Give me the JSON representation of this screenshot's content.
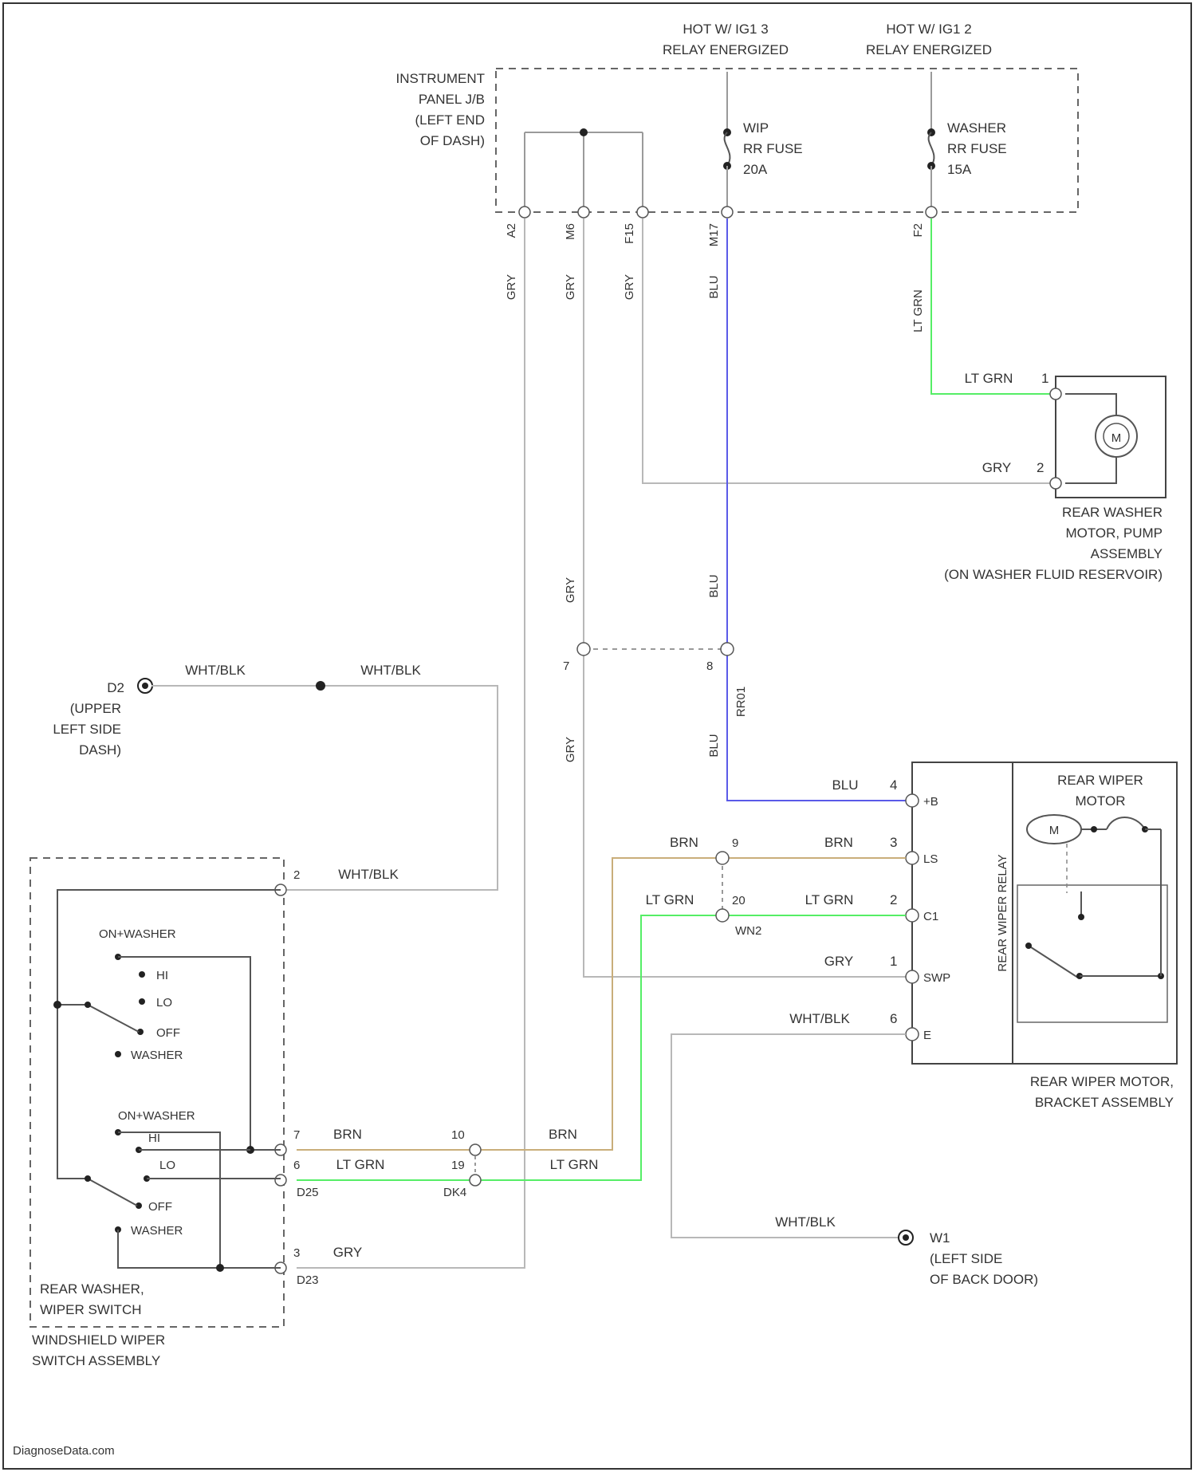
{
  "colors": {
    "gray_wire": "#b8b8b8",
    "blue_wire": "#5a5ae8",
    "ltgrn_wire": "#55ee66",
    "brn_wire": "#c9ae7a",
    "whtblk_wire": "#b8b8b8",
    "frame": "#444444"
  },
  "top": {
    "hot1_line1": "HOT W/ IG1 3",
    "hot1_line2": "RELAY ENERGIZED",
    "hot2_line1": "HOT W/ IG1 2",
    "hot2_line2": "RELAY ENERGIZED",
    "ipjb_l1": "INSTRUMENT",
    "ipjb_l2": "PANEL J/B",
    "ipjb_l3": "(LEFT END",
    "ipjb_l4": "OF DASH)",
    "fuse1_l1": "WIP",
    "fuse1_l2": "RR FUSE",
    "fuse1_l3": "20A",
    "fuse2_l1": "WASHER",
    "fuse2_l2": "RR FUSE",
    "fuse2_l3": "15A"
  },
  "pins": {
    "a2": "A2",
    "m6": "M6",
    "f15": "F15",
    "m17": "M17",
    "f2": "F2"
  },
  "wires": {
    "gry": "GRY",
    "blu": "BLU",
    "ltgrn": "LT GRN",
    "brn": "BRN",
    "whtblk": "WHT/BLK"
  },
  "washer_motor": {
    "pin1": "1",
    "pin2": "2",
    "symbol": "M",
    "l1": "REAR WASHER",
    "l2": "MOTOR, PUMP",
    "l3": "ASSEMBLY",
    "l4": "(ON WASHER FLUID RESERVOIR)"
  },
  "connector_mid": {
    "pin7": "7",
    "pin8": "8",
    "name": "RR01"
  },
  "ground_d2": {
    "id": "D2",
    "l1": "(UPPER",
    "l2": "LEFT SIDE",
    "l3": "DASH)"
  },
  "ground_w1": {
    "id": "W1",
    "l1": "(LEFT SIDE",
    "l2": "OF BACK DOOR)"
  },
  "rear_wiper": {
    "pin4": "4",
    "pin3": "3",
    "pin2": "2",
    "pin1": "1",
    "pin6": "6",
    "t_hi": "+B",
    "t_lo": "LS",
    "t_c1": "C1",
    "t_sw": "SWP",
    "t_e": "E",
    "motor_l1": "REAR WIPER",
    "motor_l2": "MOTOR",
    "relay": "REAR WIPER RELAY",
    "symbol": "M",
    "asm_l1": "REAR WIPER MOTOR,",
    "asm_l2": "BRACKET ASSEMBLY",
    "inline_9": "9",
    "inline_20": "20",
    "inline_name": "WN2"
  },
  "switch": {
    "pin2": "2",
    "pin7": "7",
    "pin6": "6",
    "pin3": "3",
    "name_a": "D25",
    "name_b": "D23",
    "group1": "ON+WASHER",
    "group2": "ON+WASHER",
    "hi": "HI",
    "lo": "LO",
    "off": "OFF",
    "washer": "WASHER",
    "inline_10": "10",
    "inline_19": "19",
    "inline_name": "DK4",
    "l1": "REAR WASHER,",
    "l2": "WIPER SWITCH",
    "l3": "WINDSHIELD WIPER",
    "l4": "SWITCH ASSEMBLY"
  },
  "footer": "DiagnoseData.com"
}
